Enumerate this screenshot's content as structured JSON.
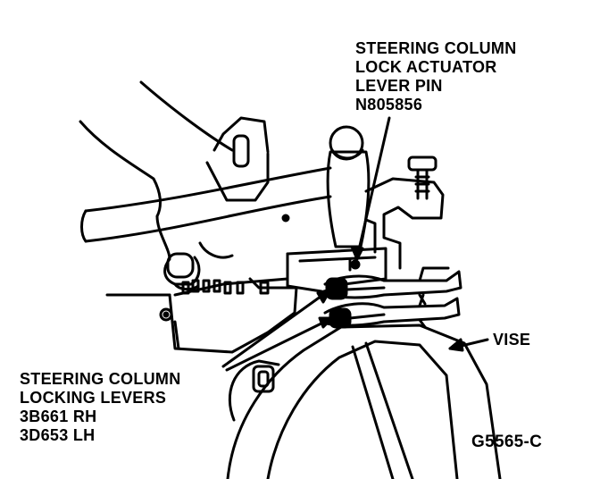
{
  "labels": {
    "actuator_pin": [
      "STEERING COLUMN",
      "LOCK ACTUATOR",
      "LEVER PIN",
      "N805856"
    ],
    "locking_levers": [
      "STEERING COLUMN",
      "LOCKING LEVERS",
      "3B661 RH",
      "3D653 LH"
    ],
    "vise": "VISE",
    "figure_number": "G5565-C"
  },
  "colors": {
    "ink": "#000000",
    "paper": "#ffffff"
  }
}
